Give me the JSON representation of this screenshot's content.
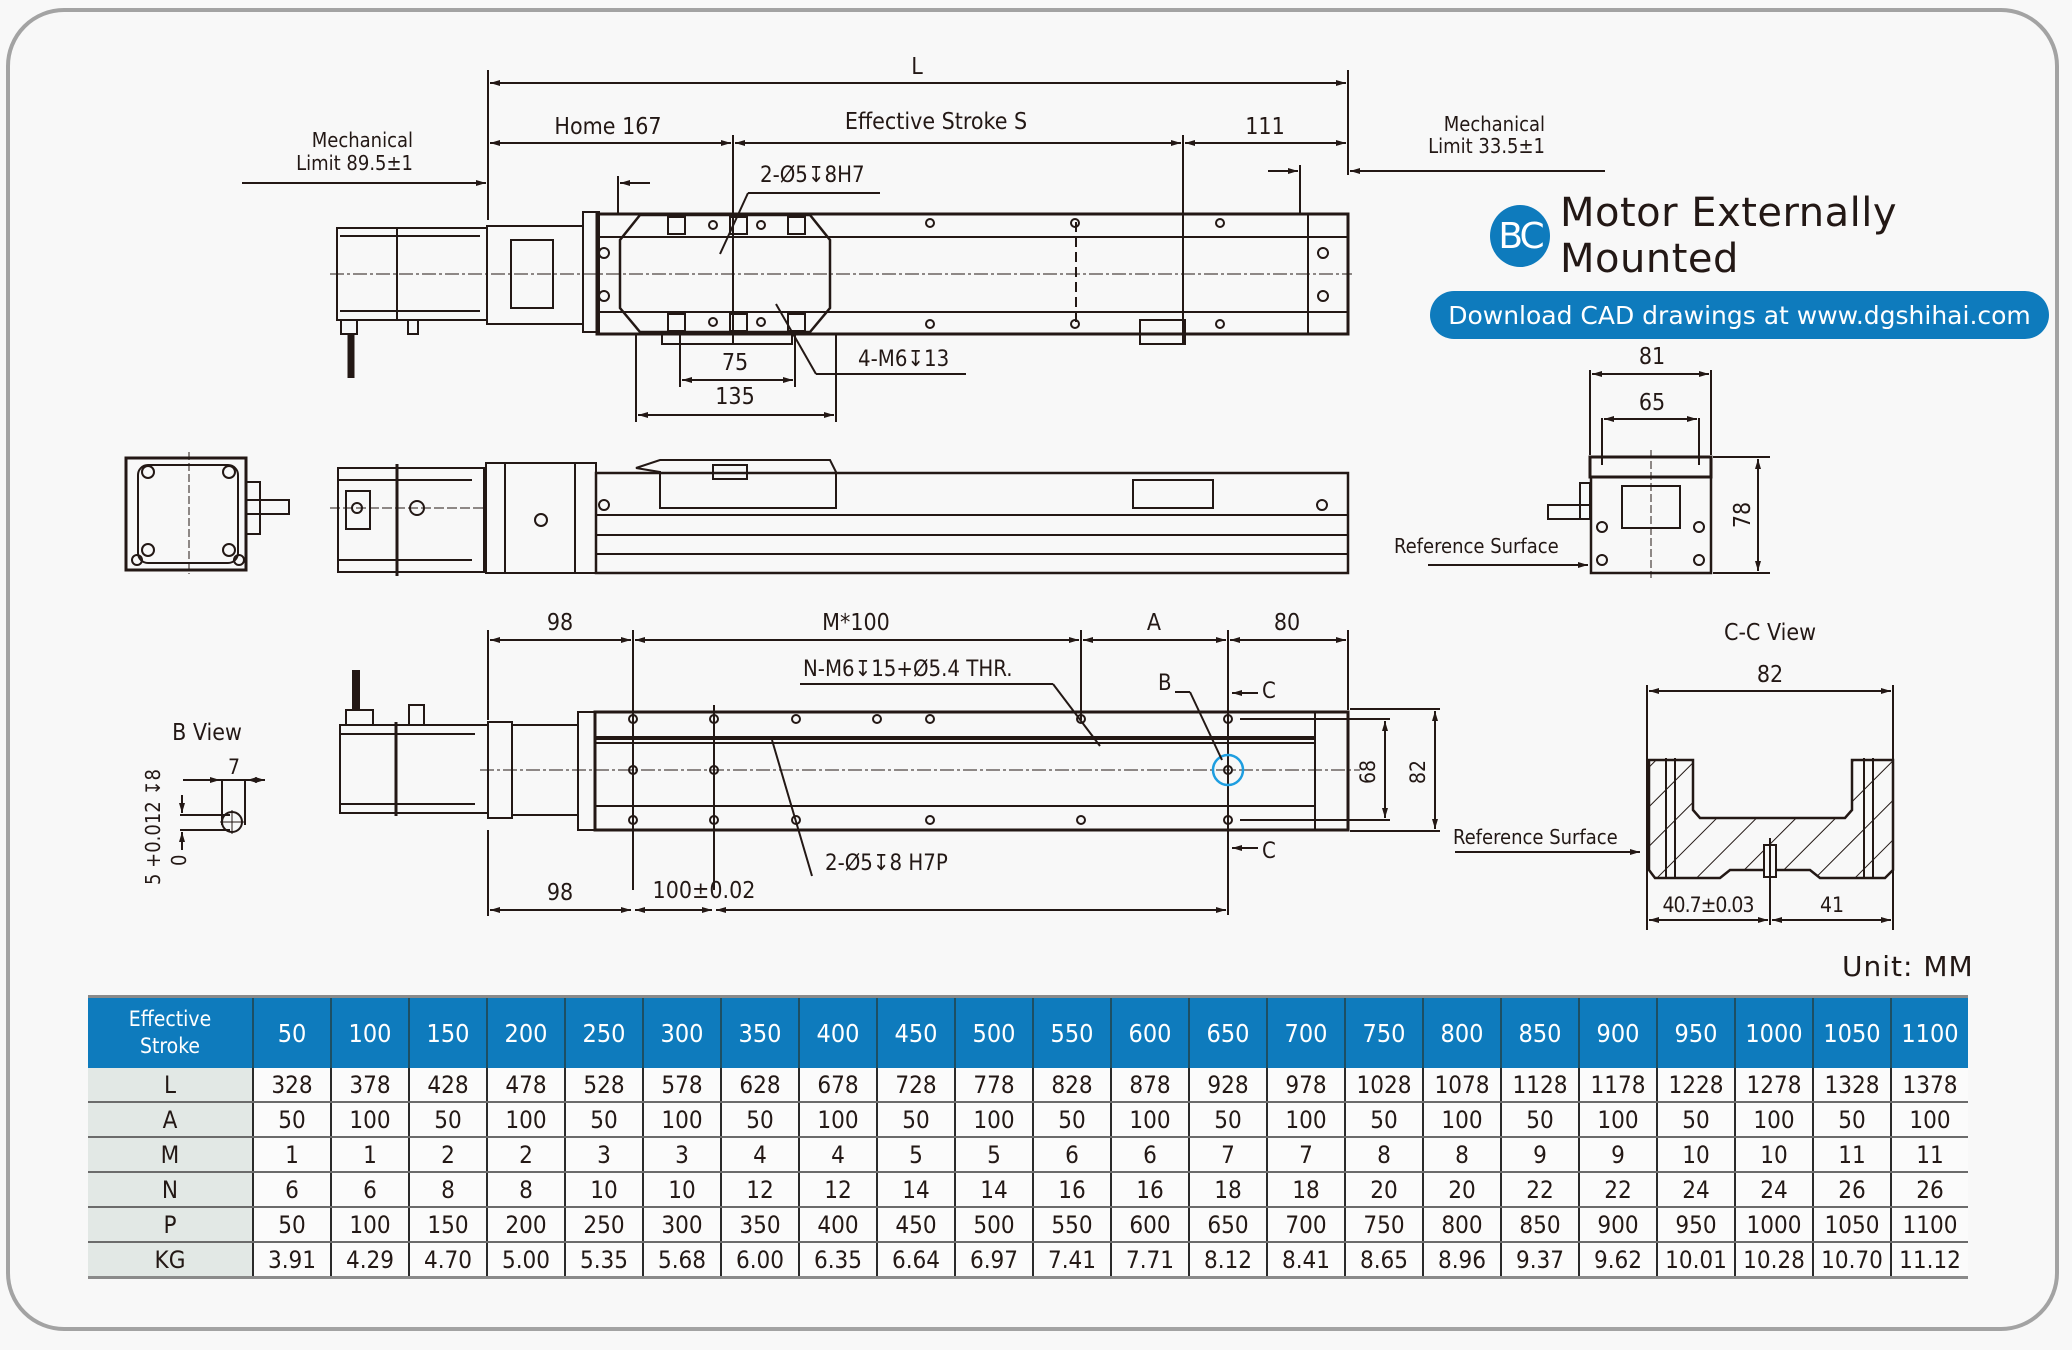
{
  "title": {
    "badge": "BC",
    "text": "Motor Externally Mounted"
  },
  "download_banner": "Download CAD drawings at www.dgshihai.com",
  "unit_label": "Unit: MM",
  "top_view": {
    "dim_L": "L",
    "home": "Home 167",
    "effective_stroke": "Effective Stroke S",
    "dim_111": "111",
    "mech_limit_left": [
      "Mechanical",
      "Limit 89.5±1"
    ],
    "mech_limit_right": [
      "Mechanical",
      "Limit 33.5±1"
    ],
    "pin_callout": "2-Ø5↧8H7",
    "screw_callout": "4-M6↧13",
    "dim_75": "75",
    "dim_135": "135"
  },
  "end_view": {
    "dim_81": "81",
    "dim_65": "65",
    "dim_78": "78",
    "reference_surface": "Reference Surface"
  },
  "bottom_view": {
    "dim_98_top": "98",
    "dim_m100": "M*100",
    "dim_A": "A",
    "dim_80": "80",
    "hole_callout": "N-M6↧15+Ø5.4 THR.",
    "label_B": "B",
    "label_C_top": "C",
    "label_C_bottom": "C",
    "dim_68": "68",
    "dim_82": "82",
    "pin_callout": "2-Ø5↧8 H7P",
    "dim_98_bottom": "98",
    "dim_100": "100±0.02",
    "reference_surface": "Reference Surface"
  },
  "b_view": {
    "title": "B View",
    "dim_7": "7",
    "tolerance": "5 +0.012 ↧8",
    "tolerance_lower": "0"
  },
  "cc_view": {
    "title": "C-C View",
    "dim_82": "82",
    "dim_407": "40.7±0.03",
    "dim_41": "41"
  },
  "spec_table": {
    "row_header": [
      "Effective",
      "Stroke"
    ],
    "columns": [
      "50",
      "100",
      "150",
      "200",
      "250",
      "300",
      "350",
      "400",
      "450",
      "500",
      "550",
      "600",
      "650",
      "700",
      "750",
      "800",
      "850",
      "900",
      "950",
      "1000",
      "1050",
      "1100"
    ],
    "rows": [
      {
        "label": "L",
        "values": [
          "328",
          "378",
          "428",
          "478",
          "528",
          "578",
          "628",
          "678",
          "728",
          "778",
          "828",
          "878",
          "928",
          "978",
          "1028",
          "1078",
          "1128",
          "1178",
          "1228",
          "1278",
          "1328",
          "1378"
        ]
      },
      {
        "label": "A",
        "values": [
          "50",
          "100",
          "50",
          "100",
          "50",
          "100",
          "50",
          "100",
          "50",
          "100",
          "50",
          "100",
          "50",
          "100",
          "50",
          "100",
          "50",
          "100",
          "50",
          "100",
          "50",
          "100"
        ]
      },
      {
        "label": "M",
        "values": [
          "1",
          "1",
          "2",
          "2",
          "3",
          "3",
          "4",
          "4",
          "5",
          "5",
          "6",
          "6",
          "7",
          "7",
          "8",
          "8",
          "9",
          "9",
          "10",
          "10",
          "11",
          "11"
        ]
      },
      {
        "label": "N",
        "values": [
          "6",
          "6",
          "8",
          "8",
          "10",
          "10",
          "12",
          "12",
          "14",
          "14",
          "16",
          "16",
          "18",
          "18",
          "20",
          "20",
          "22",
          "22",
          "24",
          "24",
          "26",
          "26"
        ]
      },
      {
        "label": "P",
        "values": [
          "50",
          "100",
          "150",
          "200",
          "250",
          "300",
          "350",
          "400",
          "450",
          "500",
          "550",
          "600",
          "650",
          "700",
          "750",
          "800",
          "850",
          "900",
          "950",
          "1000",
          "1050",
          "1100"
        ]
      },
      {
        "label": "KG",
        "values": [
          "3.91",
          "4.29",
          "4.70",
          "5.00",
          "5.35",
          "5.68",
          "6.00",
          "6.35",
          "6.64",
          "6.97",
          "7.41",
          "7.71",
          "8.12",
          "8.41",
          "8.65",
          "8.96",
          "9.37",
          "9.62",
          "10.01",
          "10.28",
          "10.70",
          "11.12"
        ]
      }
    ]
  },
  "colors": {
    "accent": "#0e7bbd",
    "frame": "#a3a3a3",
    "row_label_bg": "#e2e8e5",
    "highlight_circle": "#1e9ee0"
  }
}
